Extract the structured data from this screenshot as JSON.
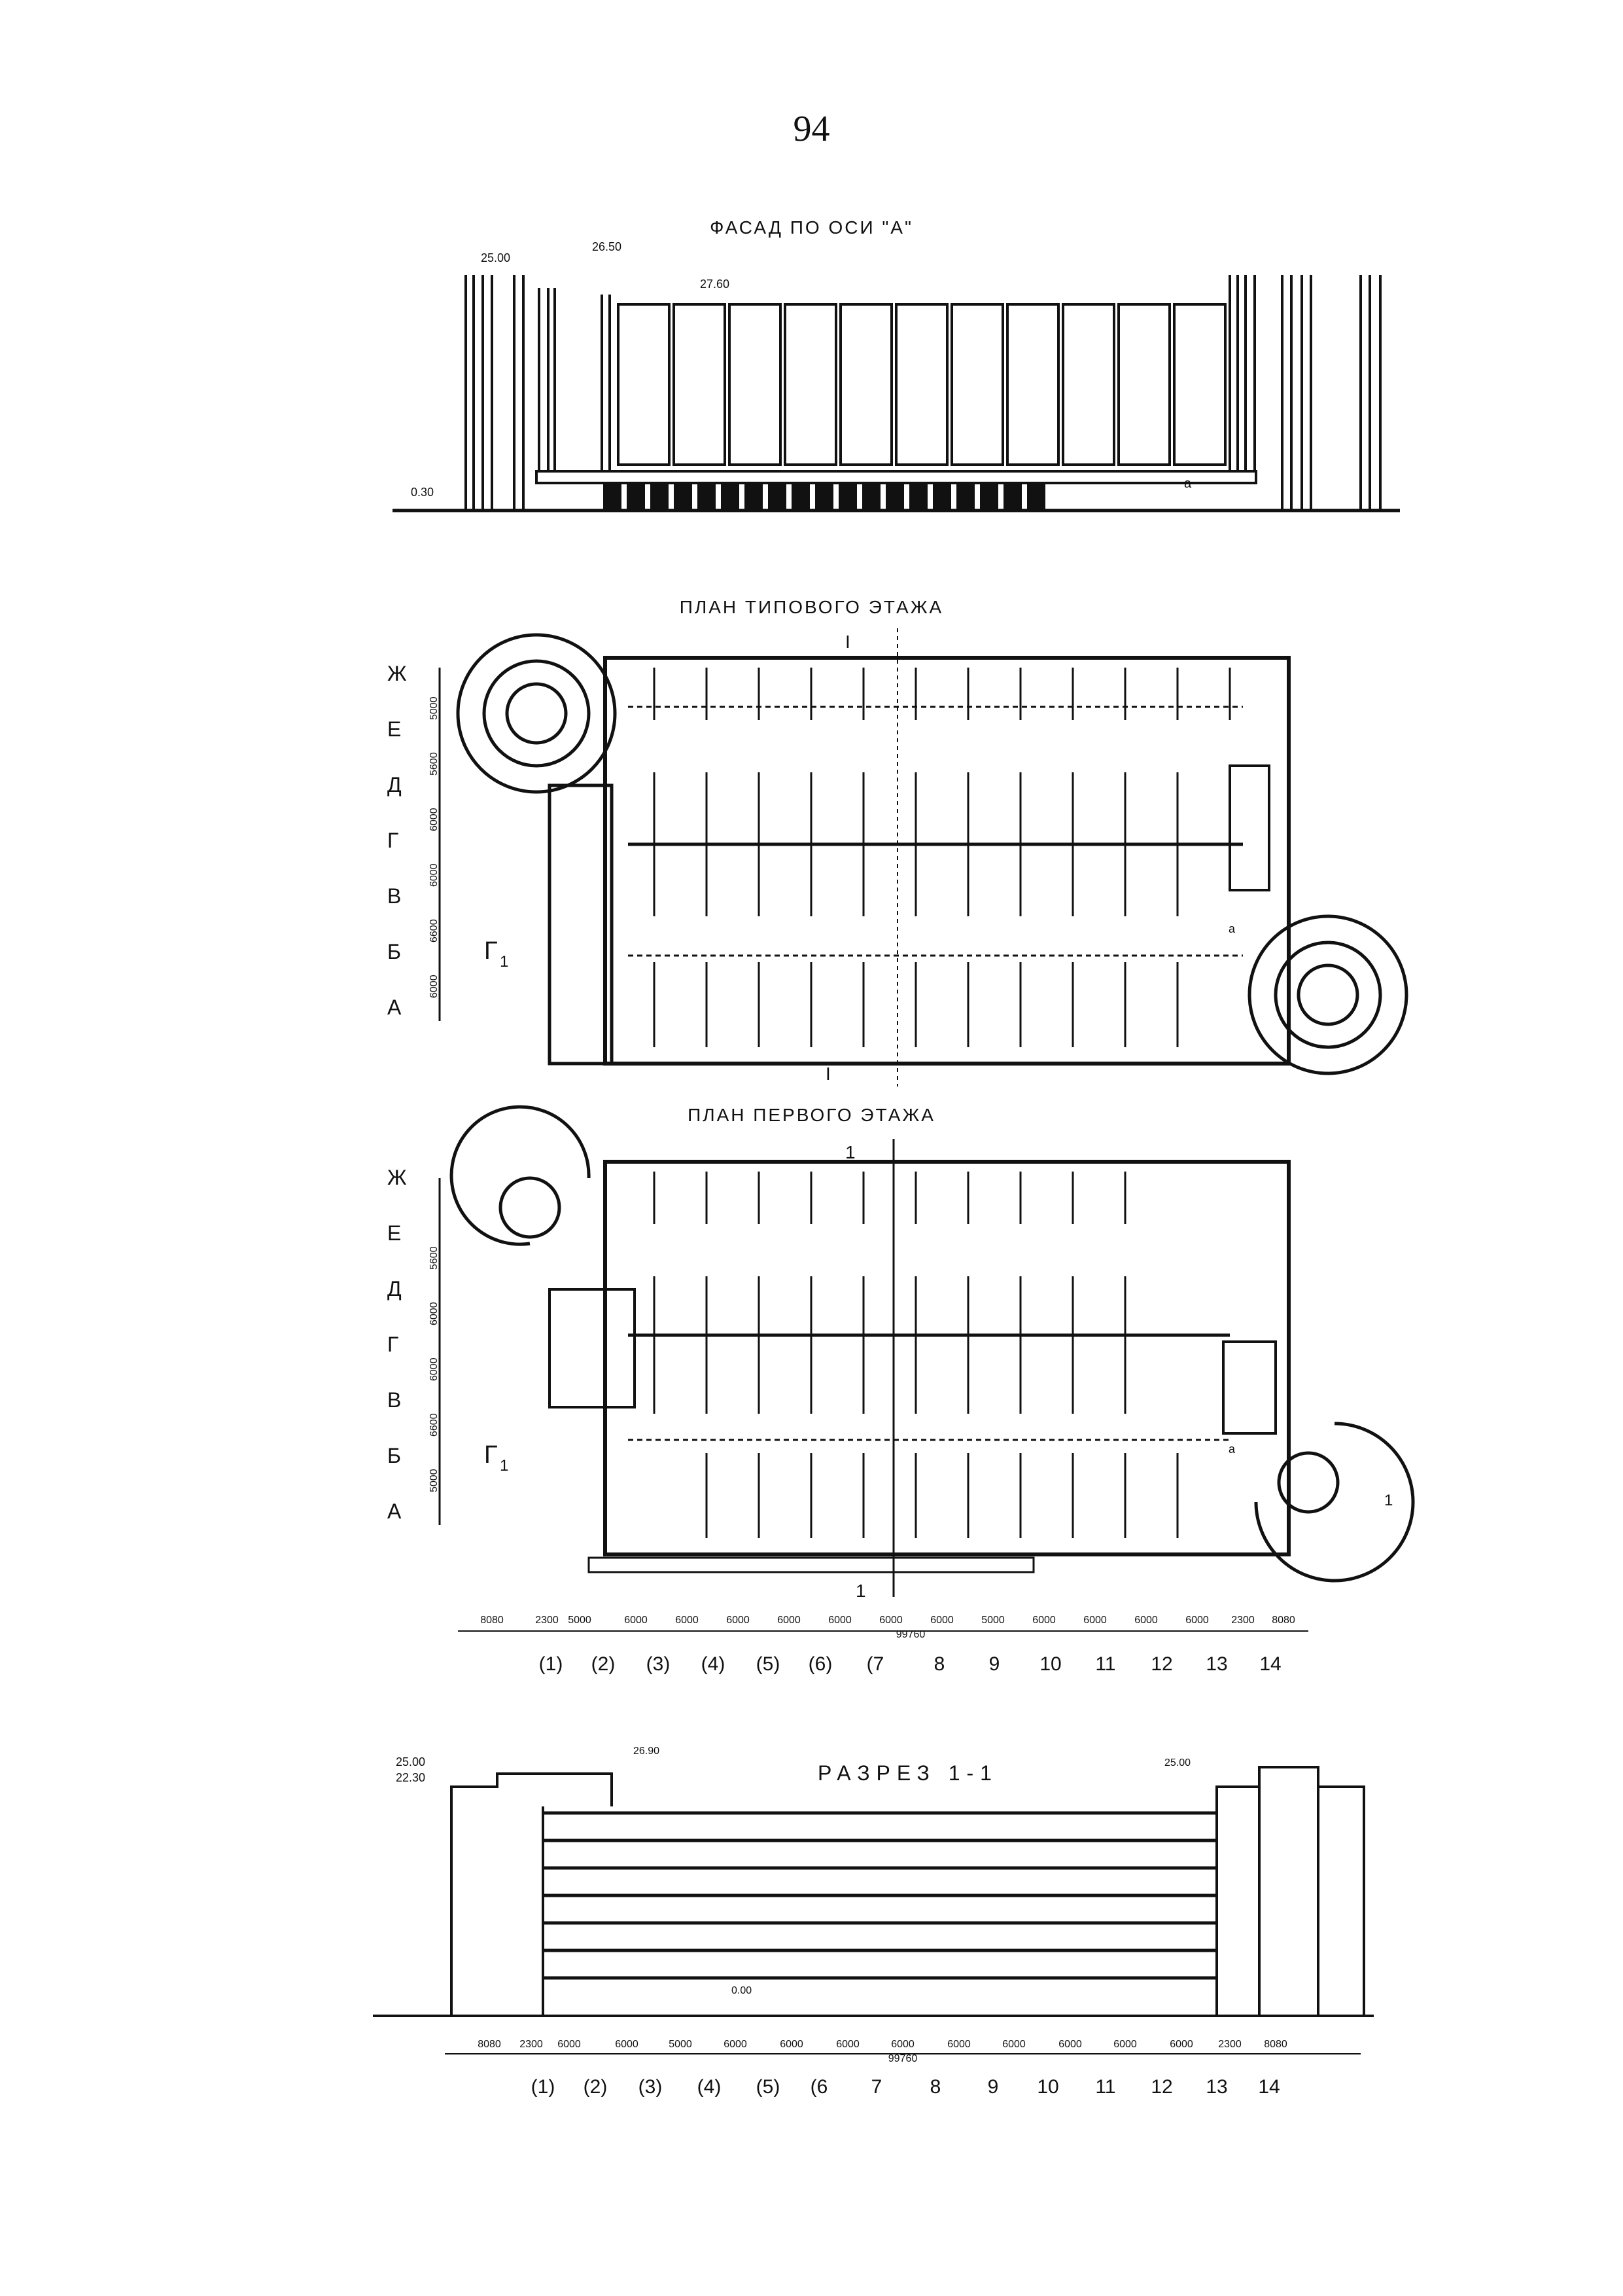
{
  "page_number": "94",
  "facade": {
    "title": "ФАСАД ПО ОСИ \"А\"",
    "levels": [
      "25.00",
      "26.50",
      "27.60",
      "0.30"
    ],
    "mark": "a"
  },
  "typical_floor_plan": {
    "title": "ПЛАН ТИПОВОГО ЭТАЖА",
    "row_axes": [
      "Ж",
      "Е",
      "Д",
      "Г",
      "В",
      "Б",
      "А"
    ],
    "row_dims": [
      "5000",
      "5600",
      "6000",
      "6000",
      "6600",
      "6000"
    ],
    "section_mark": "I",
    "section_mark_bottom": "I",
    "stair_label": "Г",
    "stair_subscript": "1",
    "mark": "a"
  },
  "first_floor_plan": {
    "title": "ПЛАН ПЕРВОГО ЭТАЖА",
    "row_axes": [
      "Ж",
      "Е",
      "Д",
      "Г",
      "В",
      "Б",
      "А"
    ],
    "row_dims": [
      "5600",
      "6000",
      "6000",
      "6600",
      "5000"
    ],
    "section_mark": "1",
    "section_mark_bottom": "1",
    "side_mark": "1",
    "stair_label": "Г",
    "stair_subscript": "1",
    "mark": "a"
  },
  "plan_dimensions": {
    "spans": [
      "8080",
      "2300",
      "5000",
      "6000",
      "6000",
      "6000",
      "6000",
      "6000",
      "6000",
      "6000",
      "5000",
      "6000",
      "6000",
      "6000",
      "6000",
      "2300",
      "8080"
    ],
    "total": "99760",
    "col_axes": [
      "(1)",
      "(2)",
      "(3)",
      "(4)",
      "(5)",
      "(6)",
      "(7",
      "8",
      "9",
      "10",
      "11",
      "12",
      "13",
      "14"
    ]
  },
  "section": {
    "title": "РАЗРЕЗ 1-1",
    "levels": [
      "25.00",
      "22.30",
      "26.90",
      "25.00",
      "0.00"
    ],
    "spans": [
      "8080",
      "2300",
      "6000",
      "6000",
      "5000",
      "6000",
      "6000",
      "6000",
      "6000",
      "6000",
      "6000",
      "6000",
      "6000",
      "6000",
      "2300",
      "8080"
    ],
    "total": "99760",
    "col_axes": [
      "(1)",
      "(2)",
      "(3)",
      "(4)",
      "(5)",
      "(6",
      "7",
      "8",
      "9",
      "10",
      "11",
      "12",
      "13",
      "14"
    ]
  }
}
